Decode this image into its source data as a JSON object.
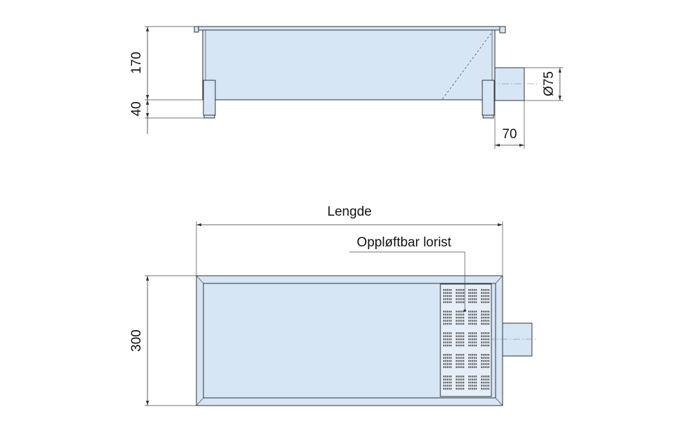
{
  "colors": {
    "body_fill": "#d6e6f5",
    "line": "#333333"
  },
  "side_view": {
    "dim_height": "170",
    "dim_foot": "40",
    "dim_outlet_diameter": "Ø75",
    "dim_outlet_length": "70"
  },
  "top_view": {
    "dim_length": "Lengde",
    "dim_width": "300",
    "grate_label": "Oppløftbar lorist"
  }
}
